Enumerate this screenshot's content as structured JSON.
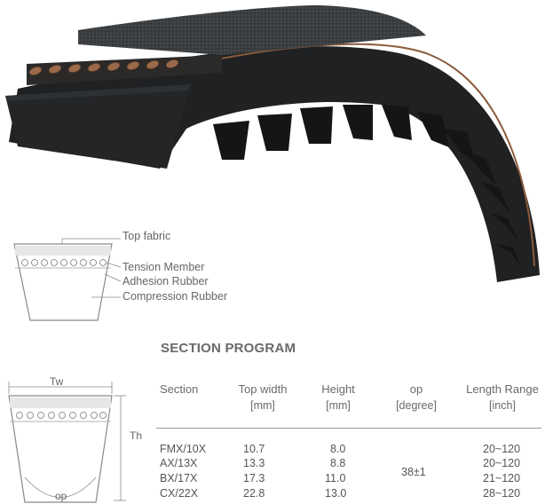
{
  "diagram": {
    "layers": [
      "Top fabric",
      "Tension Member",
      "Adhesion Rubber",
      "Compression Rubber"
    ],
    "dimensions": {
      "top_width": "Tw",
      "height": "Th",
      "pitch": "op"
    }
  },
  "section_program": {
    "title": "SECTION PROGRAM",
    "columns": [
      {
        "label": "Section",
        "unit": ""
      },
      {
        "label": "Top width",
        "unit": "[mm]"
      },
      {
        "label": "Height",
        "unit": "[mm]"
      },
      {
        "label": "op",
        "unit": "[degree]"
      },
      {
        "label": "Length Range",
        "unit": "[inch]"
      }
    ],
    "rows": [
      {
        "section": "FMX/10X",
        "top_width": "10.7",
        "height": "8.0",
        "length_range": "20~120"
      },
      {
        "section": "AX/13X",
        "top_width": "13.3",
        "height": "8.8",
        "length_range": "20~120"
      },
      {
        "section": "BX/17X",
        "top_width": "17.3",
        "height": "11.0",
        "length_range": "21~120"
      },
      {
        "section": "CX/22X",
        "top_width": "22.8",
        "height": "13.0",
        "length_range": "28~120"
      }
    ],
    "op_value": "38±1"
  }
}
